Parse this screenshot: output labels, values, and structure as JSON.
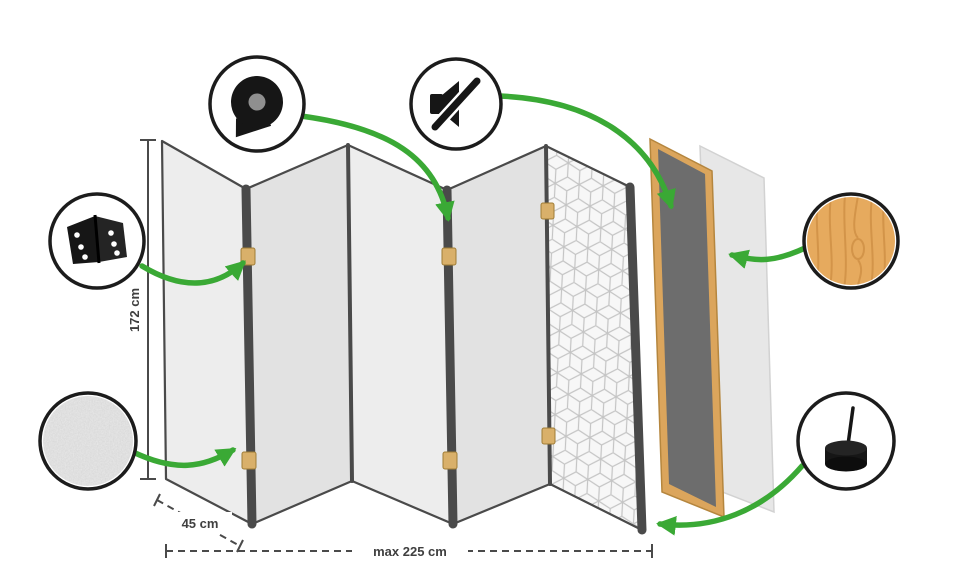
{
  "labels": {
    "height": "172 cm",
    "panel_width": "45 cm",
    "total_width": "max 225 cm"
  },
  "colors": {
    "arrow_green": "#3aa935",
    "panel_light": "#ededed",
    "panel_shaded": "#e2e2e2",
    "panel_edge_dark": "#4a4a4a",
    "hinge_wood": "#d9b06a",
    "frame_wood": "#dba55c",
    "frame_inner_dark": "#6d6d6d",
    "back_panel": "#e7e7e7",
    "icon_black": "#161616",
    "dimension_text": "#3f3f3f",
    "wood_sample": "#e6aa5e"
  },
  "icons": [
    {
      "name": "tape-icon",
      "meaning": "adhesive-tape-roll"
    },
    {
      "name": "mute-icon",
      "meaning": "sound-dampening-muted-speaker"
    },
    {
      "name": "hinge-icon",
      "meaning": "metal-hinge"
    },
    {
      "name": "fabric-icon",
      "meaning": "non-woven-fabric-texture"
    },
    {
      "name": "wood-icon",
      "meaning": "pine-wood-texture"
    },
    {
      "name": "foot-icon",
      "meaning": "protective-foot-pad"
    }
  ]
}
